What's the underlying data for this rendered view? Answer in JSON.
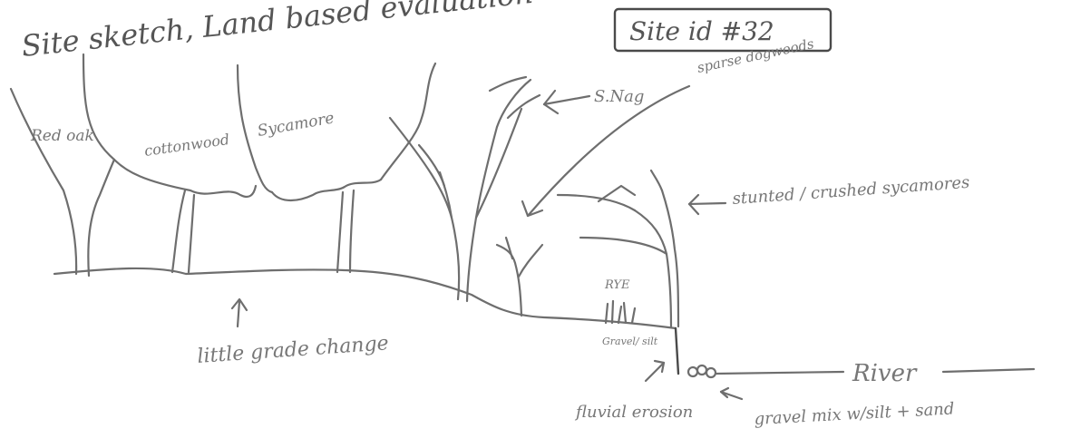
{
  "title": "Site sketch, Land based evaluation",
  "site_id": "Site id #32",
  "labels": {
    "red_oak": "Red oak",
    "cottonwood": "cottonwood",
    "sycamore": "Sycamore",
    "snag": "S.Nag",
    "sparse_dogwoods": "sparse dogwoods",
    "stunted_sycamores": "stunted / crushed sycamores",
    "rye": "RYE",
    "gravel_silt": "Gravel/ silt",
    "grade_change": "little grade change",
    "river": "River",
    "fluvial_erosion": "fluvial erosion",
    "gravel_mix": "gravel mix w/silt + sand"
  },
  "colors": {
    "ink": "#6e6e6e",
    "ink_dark": "#4a4a4a",
    "paper": "#ffffff"
  }
}
